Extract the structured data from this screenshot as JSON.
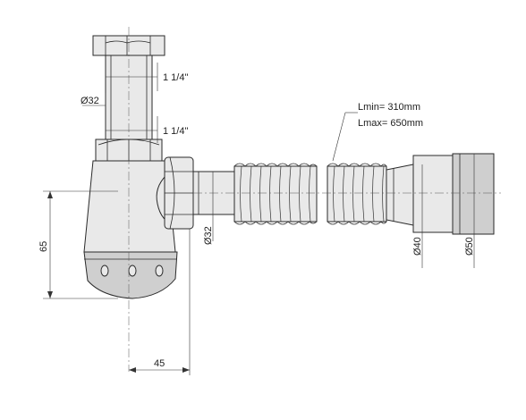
{
  "labels": {
    "thread_top": "1 1/4\"",
    "pipe_diameter": "Ø32",
    "thread_bottom": "1 1/4\"",
    "hose_lmin": "Lmin= 310mm",
    "hose_lmax": "Lmax= 650mm",
    "outlet_diameter": "Ø32",
    "socket_diameter": "Ø40",
    "socket_outer_diameter": "Ø50",
    "height": "65",
    "width": "45"
  }
}
